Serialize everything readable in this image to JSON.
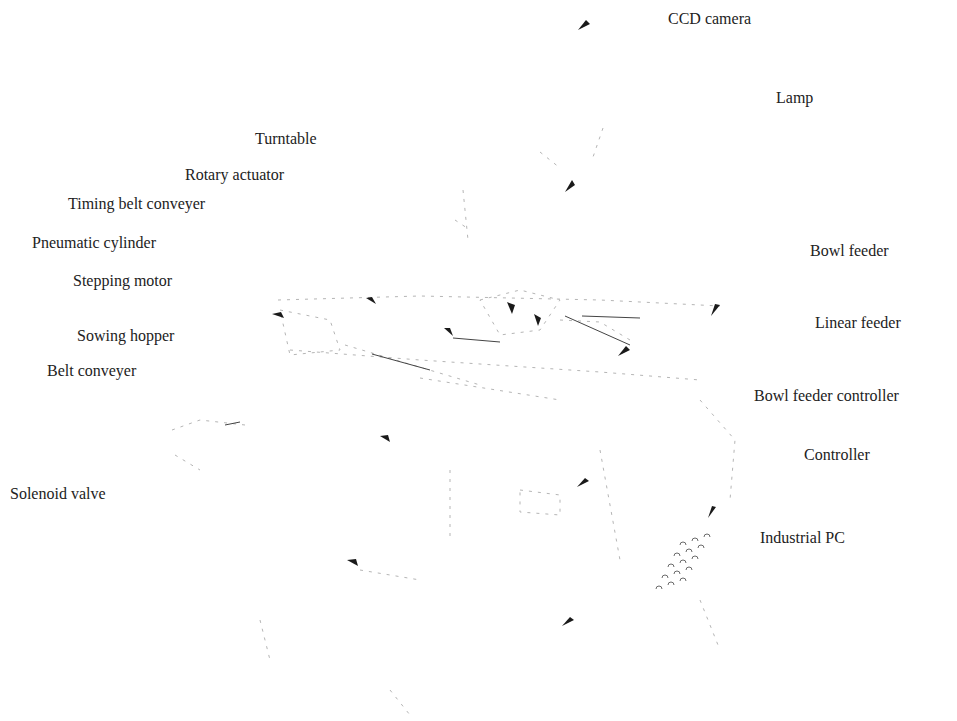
{
  "diagram": {
    "labels": [
      "CCD camera",
      "Lamp",
      "Turntable",
      "Rotary actuator",
      "Timing belt conveyer",
      "Pneumatic cylinder",
      "Bowl feeder",
      "Stepping motor",
      "Linear feeder",
      "Sowing hopper",
      "Belt conveyer",
      "Bowl feeder controller",
      "Controller",
      "Solenoid valve",
      "Industrial PC"
    ]
  }
}
